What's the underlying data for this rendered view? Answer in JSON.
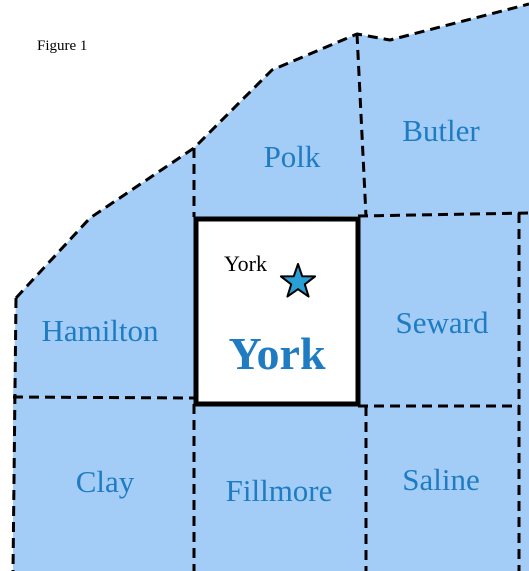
{
  "figure_label": "Figure 1",
  "highlighted_county": {
    "name": "York",
    "seat": "York"
  },
  "counties": [
    {
      "name": "Polk"
    },
    {
      "name": "Butler"
    },
    {
      "name": "Hamilton"
    },
    {
      "name": "Seward"
    },
    {
      "name": "Clay"
    },
    {
      "name": "Fillmore"
    },
    {
      "name": "Saline"
    }
  ],
  "colors": {
    "county_fill": "#a3cdf7",
    "label_text": "#1f7cc2",
    "highlight_fill": "#ffffff",
    "star_fill": "#2a9fd6",
    "border": "#000000"
  },
  "icons": {
    "county_seat": "star-icon"
  }
}
